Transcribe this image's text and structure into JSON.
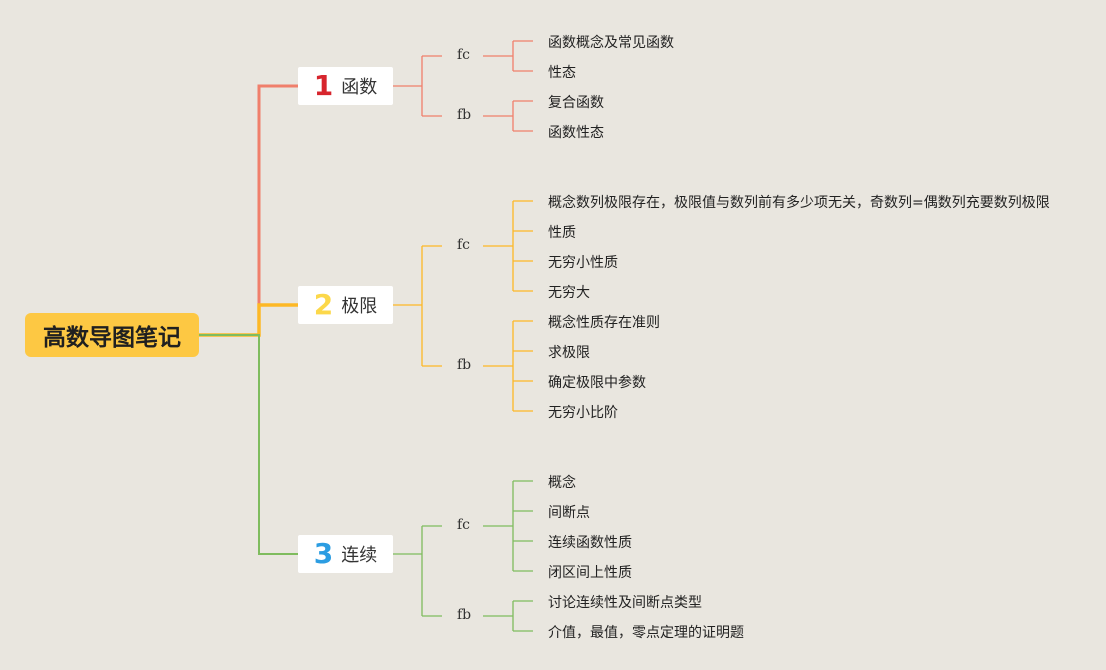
{
  "root": {
    "label": "高数导图笔记"
  },
  "colors": {
    "red": "#f07f6b",
    "yellow": "#fdb826",
    "green": "#7fbc5e",
    "root_bg": "#fdc843"
  },
  "branches": [
    {
      "number": "1",
      "label": "函数",
      "color": "#f07f6b",
      "number_color": "#d7252d",
      "subs": [
        {
          "label": "fc",
          "leaves": [
            "函数概念及常见函数",
            "性态"
          ]
        },
        {
          "label": "fb",
          "leaves": [
            "复合函数",
            "函数性态"
          ]
        }
      ]
    },
    {
      "number": "2",
      "label": "极限",
      "color": "#fdb826",
      "number_color": "#fcd84a",
      "subs": [
        {
          "label": "fc",
          "leaves": [
            "概念数列极限存在，极限值与数列前有多少项无关，奇数列=偶数列充要数列极限",
            "性质",
            "无穷小性质",
            "无穷大"
          ]
        },
        {
          "label": "fb",
          "leaves": [
            "概念性质存在准则",
            "求极限",
            "确定极限中参数",
            "无穷小比阶"
          ]
        }
      ]
    },
    {
      "number": "3",
      "label": "连续",
      "color": "#7fbc5e",
      "number_color": "#2c9de2",
      "subs": [
        {
          "label": "fc",
          "leaves": [
            "概念",
            "间断点",
            "连续函数性质",
            "闭区间上性质"
          ]
        },
        {
          "label": "fb",
          "leaves": [
            "讨论连续性及间断点类型",
            "介值，最值，零点定理的证明题"
          ]
        }
      ]
    }
  ]
}
